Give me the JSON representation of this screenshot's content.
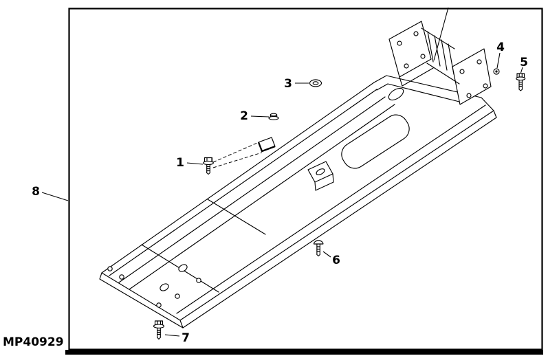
{
  "diagram": {
    "part_code": "MP40929",
    "background_color": "#ffffff",
    "line_color": "#000000",
    "type": "exploded-parts-diagram"
  },
  "callouts": [
    {
      "label": "1",
      "icon": "flange-head-screw-icon"
    },
    {
      "label": "2",
      "icon": "flange-nut-icon"
    },
    {
      "label": "3",
      "icon": "washer-icon"
    },
    {
      "label": "4",
      "icon": "push-fastener-icon"
    },
    {
      "label": "5",
      "icon": "cap-screw-icon"
    },
    {
      "label": "6",
      "icon": "carriage-bolt-icon"
    },
    {
      "label": "7",
      "icon": "flange-head-screw-icon"
    },
    {
      "label": "8",
      "icon": "frame-assembly"
    }
  ]
}
